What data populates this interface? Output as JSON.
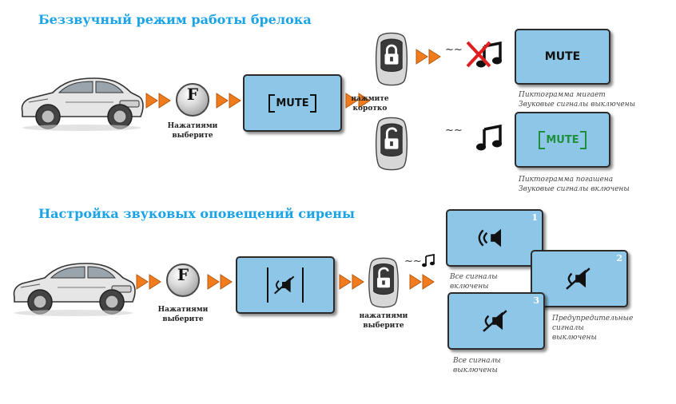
{
  "section1": {
    "title": "Беззвучный режим работы брелока",
    "f_label": "F",
    "f_caption_line1": "Нажатиями",
    "f_caption_line2": "выберите",
    "center_screen_text": "MUTE",
    "press_caption_line1": "нажмите",
    "press_caption_line2": "коротко",
    "top_result": {
      "screen_text": "MUTE",
      "note_line1": "Пиктограмма мигает",
      "note_line2": "Звуковые сигналы выключены"
    },
    "bottom_result": {
      "screen_text": "MUTE",
      "note_line1": "Пиктограмма погашена",
      "note_line2": "Звуковые сигналы включены"
    }
  },
  "section2": {
    "title": "Настройка звуковых оповещений сирены",
    "f_label": "F",
    "f_caption_line1": "Нажатиями",
    "f_caption_line2": "выберите",
    "press_caption_line1": "нажатиями",
    "press_caption_line2": "выберите",
    "options": [
      {
        "number": "1",
        "note_line1": "Все сигналы",
        "note_line2": "включены"
      },
      {
        "number": "2",
        "note_line1": "Предупредительные",
        "note_line2": "сигналы",
        "note_line3": "выключены"
      },
      {
        "number": "3",
        "note_line1": "Все сигналы",
        "note_line2": "выключены"
      }
    ]
  },
  "colors": {
    "title": "#1aa3e6",
    "screen": "#8ec6e8",
    "arrow": "#f07c1e",
    "mute_green": "#1e8f3a",
    "cross_red": "#e02020"
  },
  "icons": {
    "f_button": "f-button-icon",
    "lock_closed": "lock-closed-icon",
    "lock_open": "lock-open-icon",
    "music_note": "music-note-icon",
    "speaker": "speaker-icon",
    "speaker_muted": "speaker-muted-icon"
  }
}
